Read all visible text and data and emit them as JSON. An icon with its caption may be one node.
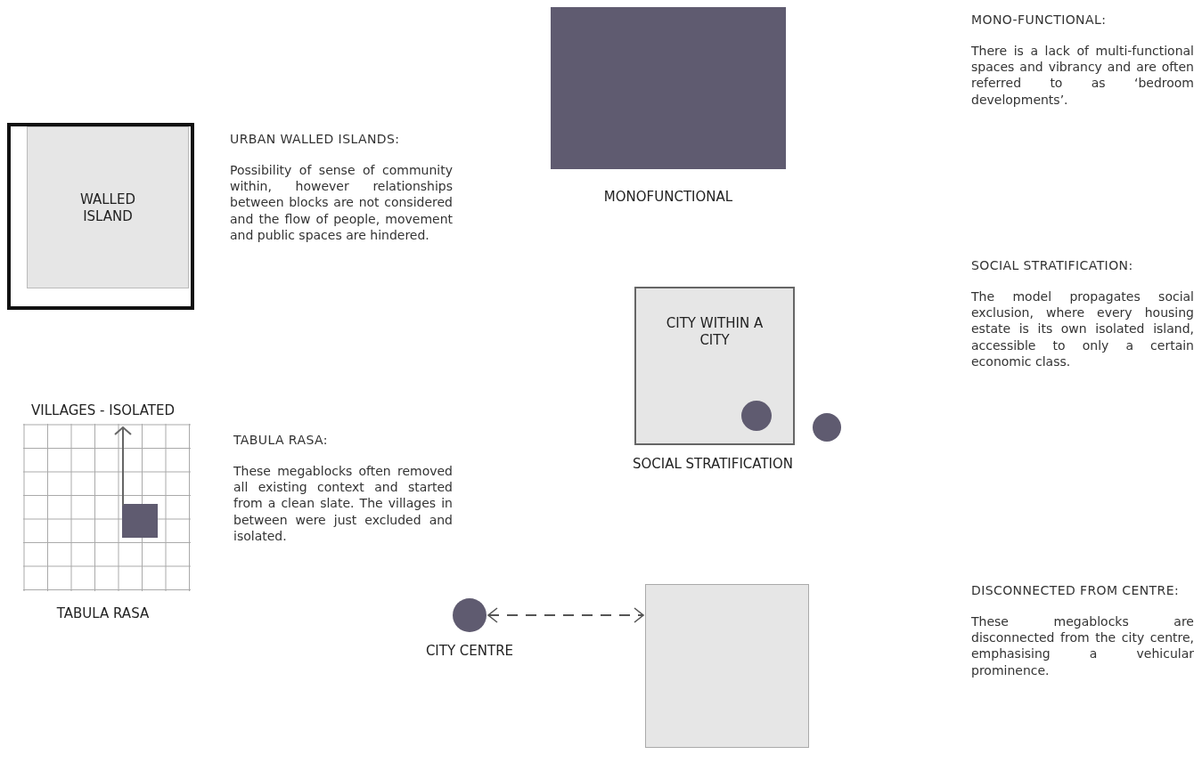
{
  "diagram": {
    "nodes": [
      {
        "text": [
          "MONOFUNCTIONAL"
        ]
      },
      {
        "text": [
          "WALLED ISLAND"
        ]
      },
      {
        "text": [
          "CITY WITHIN A CITY",
          "SOCIAL STRATIFICATION"
        ]
      },
      {
        "text": [
          "VILLAGES - ISOLATED",
          "TABULA RASA"
        ]
      },
      {
        "text": [],
        "shape": "circle",
        "beside": [
          "CITY CENTRE"
        ]
      },
      {
        "text": [],
        "shape": "box"
      }
    ],
    "edges": [
      {
        "from": 4,
        "to": 5,
        "arrow": "both",
        "style": "dashed"
      }
    ],
    "labels": [
      "MONO-FUNCTIONAL:",
      "There is a lack of multi-functional spaces and vibrancy and are often referred to as ‘bedroom developments’.",
      "URBAN WALLED ISLANDS:",
      "Possibility of sense of community within, however relationships between blocks are not considered and the flow of people, movement and public spaces are hindered.",
      "SOCIAL STRATIFICATION:",
      "The model propagates social exclusion, where every housing estate is its own isolated island, accessible to only a certain economic class.",
      "TABULA RASA:",
      "These megablocks often removed all existing context and started from a clean slate. The villages in between were just excluded and isolated.",
      "DISCONNECTED FROM CENTRE:",
      "These megablocks are disconnected from the city centre, emphasising a vehicular prominence."
    ]
  }
}
